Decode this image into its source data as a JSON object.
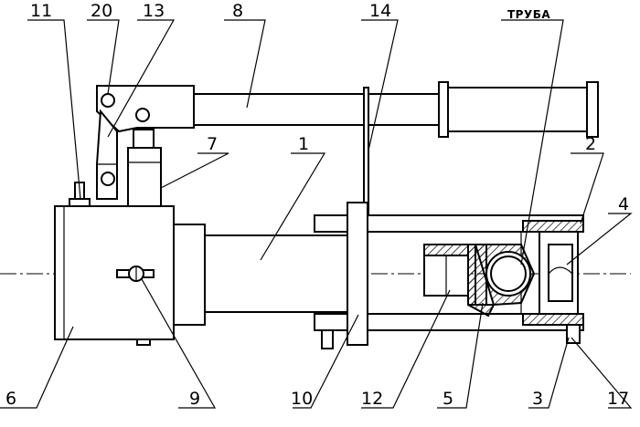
{
  "labels": {
    "l11": "11",
    "l20": "20",
    "l13": "13",
    "l8": "8",
    "l14": "14",
    "pipe": "ТРУБА",
    "l7": "7",
    "l1": "1",
    "l2": "2",
    "l4": "4",
    "l6": "6",
    "l9": "9",
    "l10": "10",
    "l12": "12",
    "l5": "5",
    "l3": "3",
    "l17": "17"
  }
}
